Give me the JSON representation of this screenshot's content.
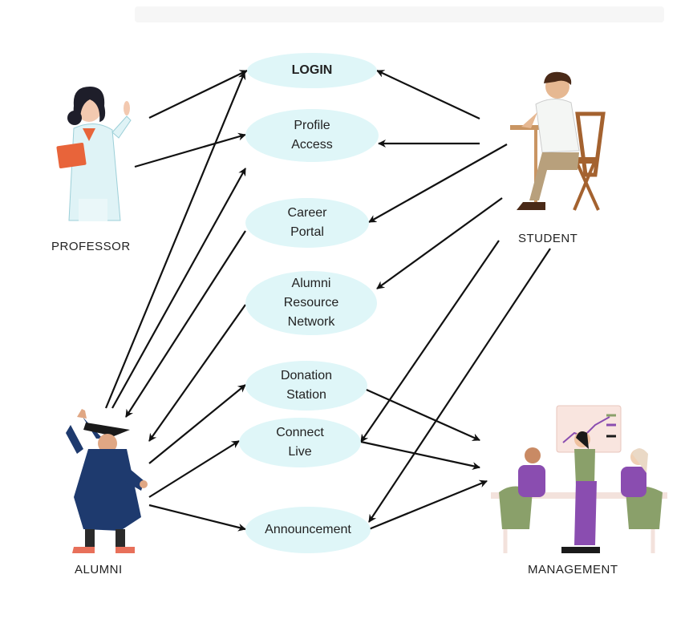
{
  "actors": {
    "professor": "PROFESSOR",
    "student": "STUDENT",
    "alumni": "ALUMNI",
    "management": "MANAGEMENT"
  },
  "use_cases": {
    "login": "LOGIN",
    "profile": "Profile\nAccess",
    "career": "Career\nPortal",
    "alumni_network": "Alumni\nResource\nNetwork",
    "donation": "Donation\nStation",
    "connect": "Connect\nLive",
    "announcement": "Announcement"
  },
  "colors": {
    "use_case_fill": "#dff6f8",
    "arrow": "#111111",
    "professor_coat": "#dff3f6",
    "professor_book": "#e8643a",
    "student_shirt": "#f4f6f4",
    "student_pants": "#b8a07c",
    "alumni_gown": "#1e3a6e",
    "management_purple": "#8a4db0",
    "management_green": "#8aa06a"
  }
}
